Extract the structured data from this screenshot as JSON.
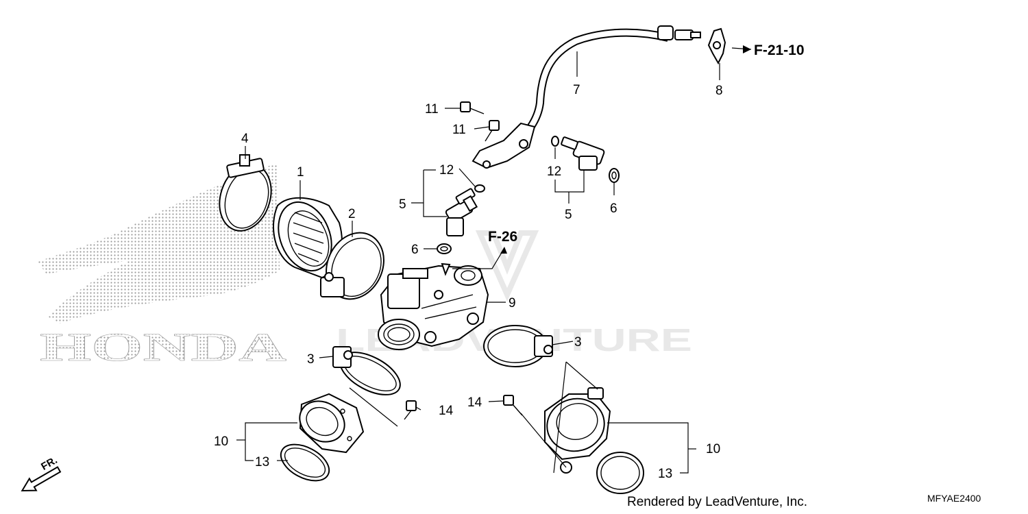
{
  "logo": {
    "text": "HONDA"
  },
  "watermark": {
    "text": "LEADVENTURE"
  },
  "callouts": {
    "c1": "1",
    "c2": "2",
    "c3a": "3",
    "c3b": "3",
    "c4": "4",
    "c5a": "5",
    "c5b": "5",
    "c6a": "6",
    "c6b": "6",
    "c7": "7",
    "c8": "8",
    "c9": "9",
    "c10a": "10",
    "c10b": "10",
    "c11a": "11",
    "c11b": "11",
    "c12a": "12",
    "c12b": "12",
    "c13a": "13",
    "c13b": "13",
    "c14a": "14",
    "c14b": "14"
  },
  "refs": {
    "f21": "F-21-10",
    "f26": "F-26"
  },
  "front_marker": "FR.",
  "footer": {
    "credit": "Rendered by LeadVenture, Inc.",
    "code": "MFYAE2400"
  },
  "colors": {
    "ink": "#000000",
    "logo_dots": "#9a9a9a",
    "watermark": "#e6e6e6"
  }
}
